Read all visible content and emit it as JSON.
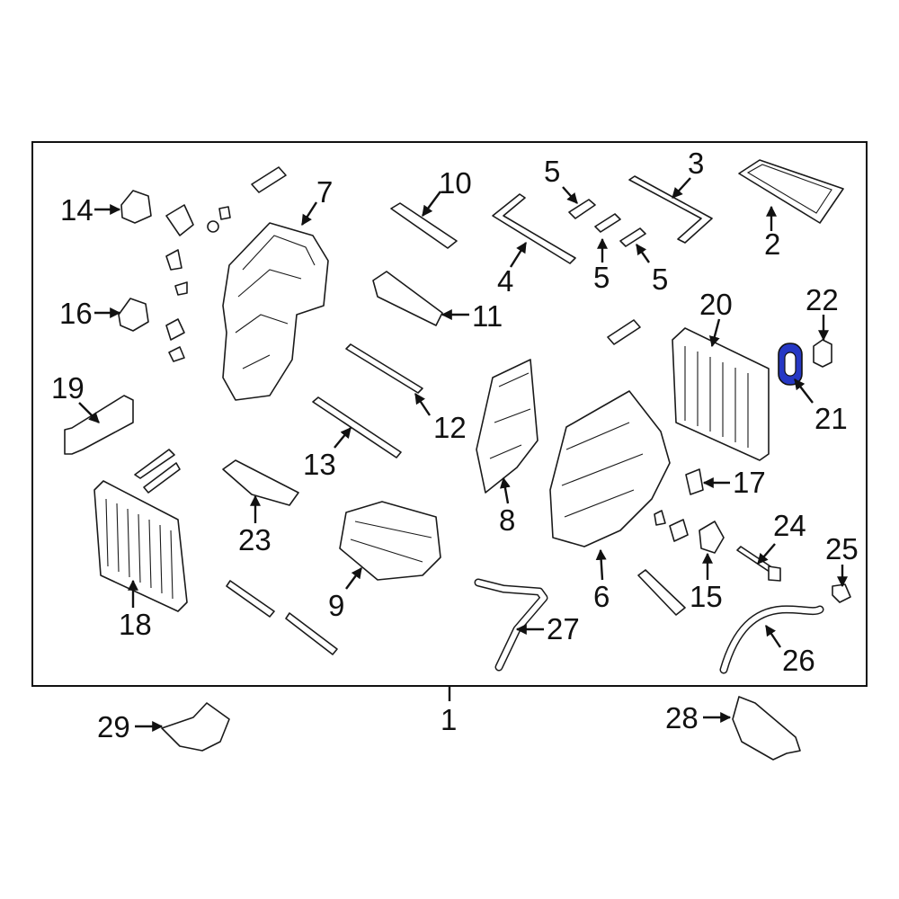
{
  "diagram": {
    "assembly_label": "1",
    "highlight_color": "#2638c4",
    "callouts": [
      {
        "id": "2",
        "text": "2"
      },
      {
        "id": "3",
        "text": "3"
      },
      {
        "id": "4",
        "text": "4"
      },
      {
        "id": "5a",
        "text": "5"
      },
      {
        "id": "5b",
        "text": "5"
      },
      {
        "id": "5c",
        "text": "5"
      },
      {
        "id": "6",
        "text": "6"
      },
      {
        "id": "7",
        "text": "7"
      },
      {
        "id": "8",
        "text": "8"
      },
      {
        "id": "9",
        "text": "9"
      },
      {
        "id": "10",
        "text": "10"
      },
      {
        "id": "11",
        "text": "11"
      },
      {
        "id": "12",
        "text": "12"
      },
      {
        "id": "13",
        "text": "13"
      },
      {
        "id": "14",
        "text": "14"
      },
      {
        "id": "15",
        "text": "15"
      },
      {
        "id": "16",
        "text": "16"
      },
      {
        "id": "17",
        "text": "17"
      },
      {
        "id": "18",
        "text": "18"
      },
      {
        "id": "19",
        "text": "19"
      },
      {
        "id": "20",
        "text": "20"
      },
      {
        "id": "21",
        "text": "21"
      },
      {
        "id": "22",
        "text": "22"
      },
      {
        "id": "23",
        "text": "23"
      },
      {
        "id": "24",
        "text": "24"
      },
      {
        "id": "25",
        "text": "25"
      },
      {
        "id": "26",
        "text": "26"
      },
      {
        "id": "27",
        "text": "27"
      },
      {
        "id": "28",
        "text": "28"
      },
      {
        "id": "29",
        "text": "29"
      }
    ]
  }
}
